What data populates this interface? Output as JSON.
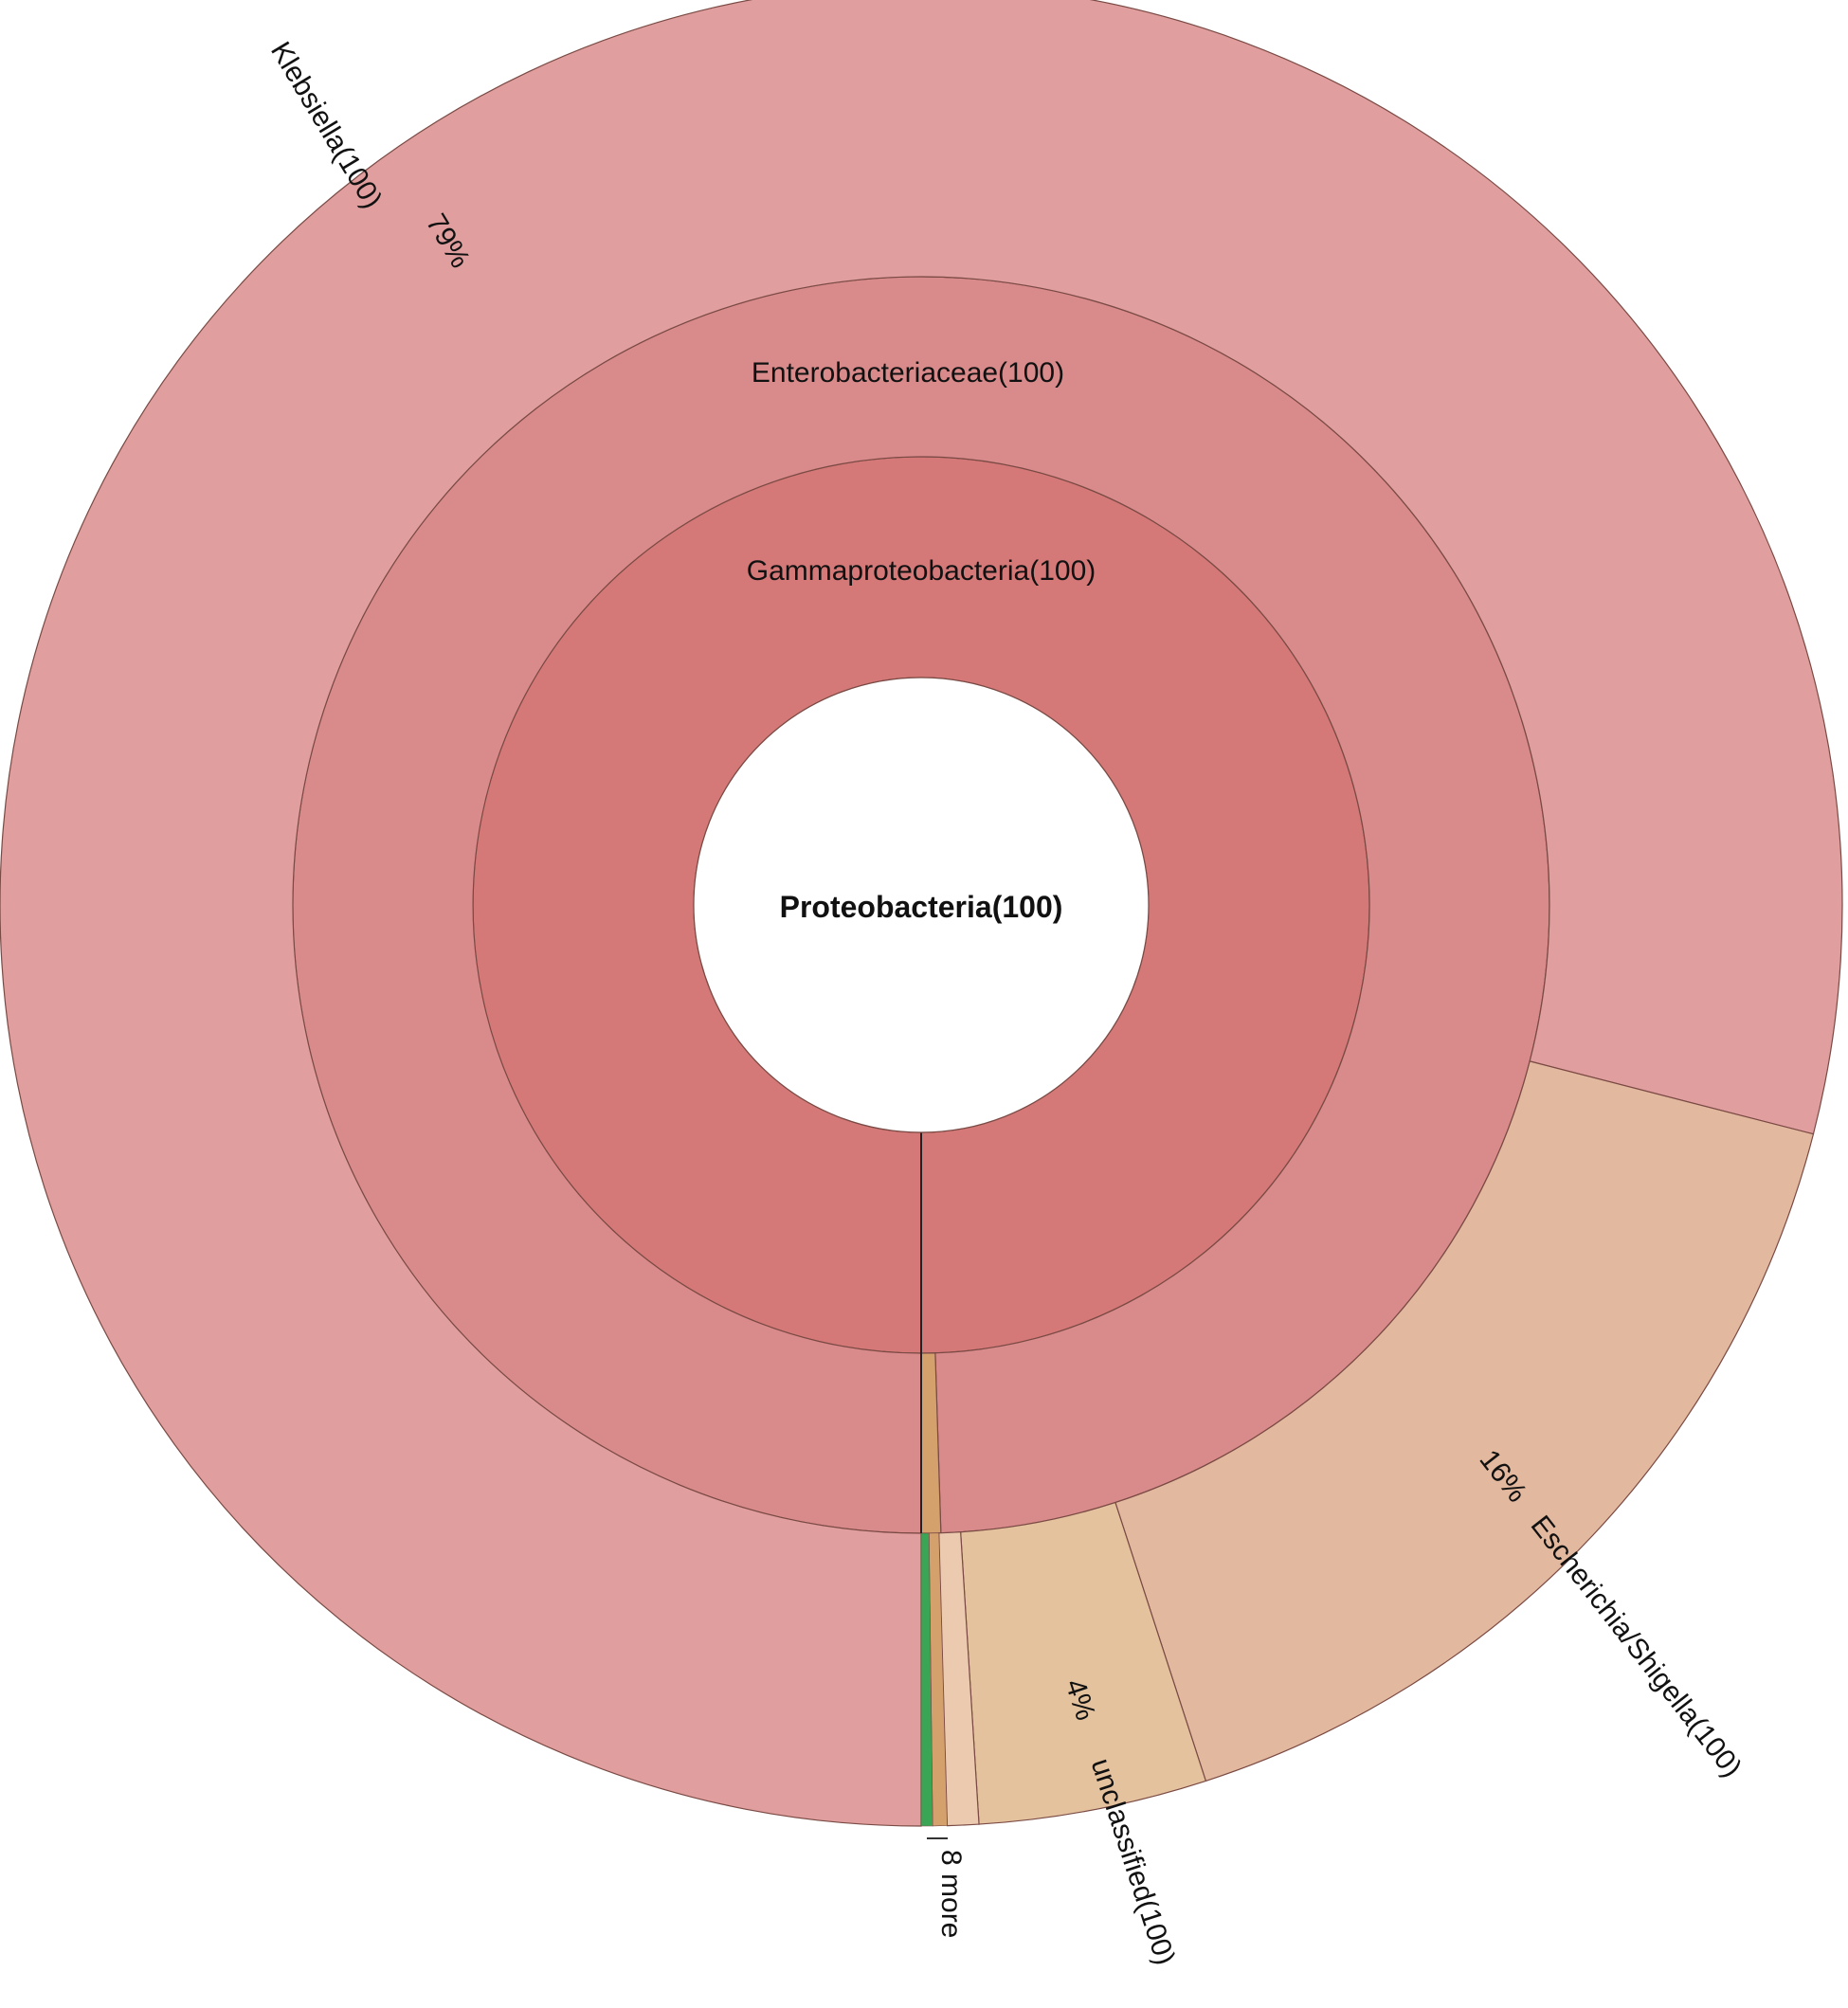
{
  "chart_data": {
    "type": "sunburst",
    "center": {
      "label": "Proteobacteria(100)",
      "value": 100
    },
    "rings": [
      {
        "level": "class",
        "segments": [
          {
            "label": "Gammaproteobacteria(100)",
            "share": 100,
            "color": "#d47878"
          }
        ]
      },
      {
        "level": "family",
        "segments": [
          {
            "label": "Enterobacteriaceae(100)",
            "share": 99.5,
            "color": "#d98a8a"
          },
          {
            "label": "",
            "share": 0.5,
            "color": "#d4a06c"
          }
        ]
      },
      {
        "level": "genus",
        "segments": [
          {
            "label": "Klebsiella(100)",
            "percent_label": "79%",
            "share": 79,
            "color": "#e09e9e"
          },
          {
            "label": "Escherichia/Shigella(100)",
            "percent_label": "16%",
            "share": 16,
            "color": "#e2b89e"
          },
          {
            "label": "unclassified(100)",
            "percent_label": "4%",
            "share": 4,
            "color": "#e4c29e"
          },
          {
            "label": "",
            "share": 0.55,
            "color": "#eccab0"
          },
          {
            "label": "",
            "share": 0.25,
            "color": "#d4a06c"
          },
          {
            "label": "",
            "share": 0.2,
            "color": "#3aa655"
          }
        ]
      }
    ],
    "more_label": "8 more"
  }
}
